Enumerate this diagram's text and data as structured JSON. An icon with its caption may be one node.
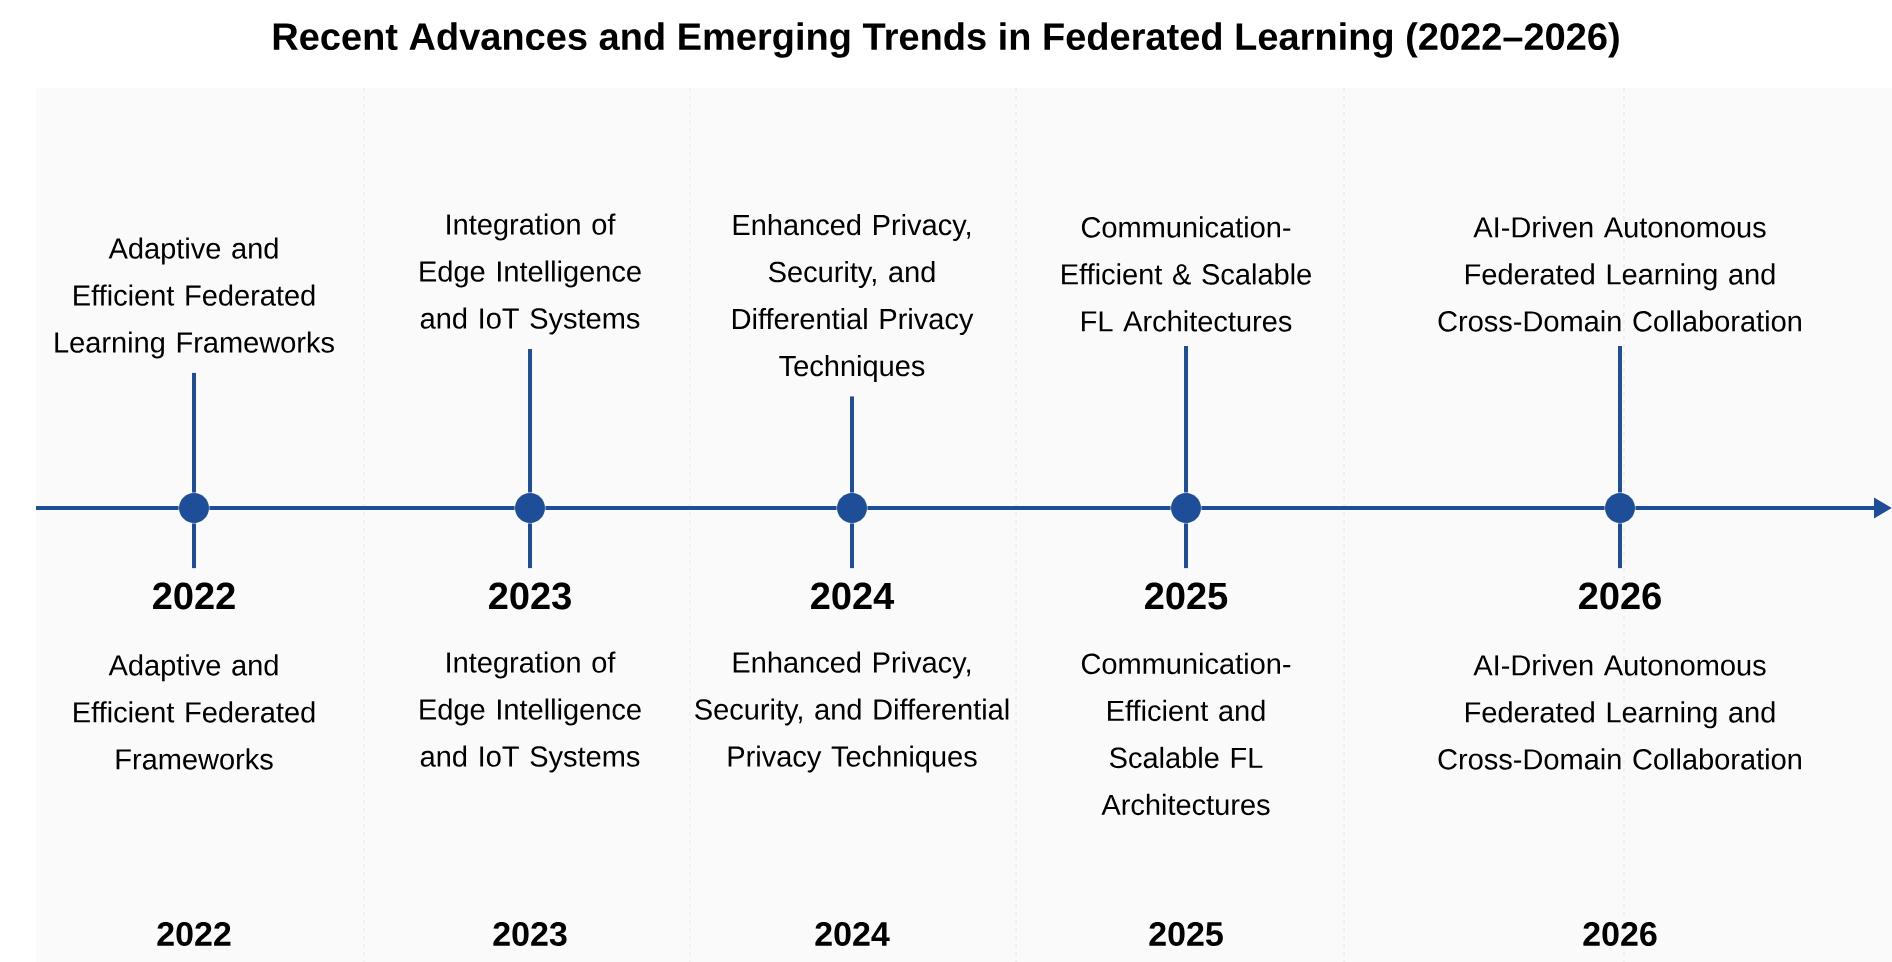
{
  "diagram": {
    "title": "Recent Advances and Emerging Trends in Federated Learning (2022–2026)",
    "nodes": [
      {
        "text": [
          "Adaptive and Efficient Federated Learning Frameworks"
        ]
      },
      {
        "text": [
          "Integration of Edge Intelligence and IoT Systems"
        ]
      },
      {
        "text": [
          "Enhanced Privacy, Security, and Differential Privacy Techniques"
        ]
      },
      {
        "text": [
          "Communication-Efficient & Scalable FL Architectures"
        ]
      },
      {
        "text": [
          "AI-Driven Autonomous Federated Learning and Cross-Domain Collaboration"
        ]
      },
      {
        "text": [],
        "shape": "circle"
      },
      {
        "text": [],
        "shape": "circle"
      },
      {
        "text": [],
        "shape": "circle"
      },
      {
        "text": [],
        "shape": "circle"
      },
      {
        "text": [],
        "shape": "circle"
      },
      {
        "text": [
          "2022"
        ]
      },
      {
        "text": [
          "2023"
        ]
      },
      {
        "text": [
          "2024"
        ]
      },
      {
        "text": [
          "2025"
        ]
      },
      {
        "text": [
          "2026"
        ]
      }
    ],
    "edges": [
      {
        "from": 0,
        "to": 5,
        "arrow": "none"
      },
      {
        "from": 1,
        "to": 6,
        "arrow": "none"
      },
      {
        "from": 2,
        "to": 7,
        "arrow": "none"
      },
      {
        "from": 3,
        "to": 8,
        "arrow": "none"
      },
      {
        "from": 4,
        "to": 9,
        "arrow": "none"
      },
      {
        "from": null,
        "to": 5,
        "arrow": "none"
      },
      {
        "from": 5,
        "to": 6,
        "arrow": "none"
      },
      {
        "from": 6,
        "to": 7,
        "arrow": "none"
      },
      {
        "from": 7,
        "to": 8,
        "arrow": "none"
      },
      {
        "from": 8,
        "to": 9,
        "arrow": "none"
      },
      {
        "from": 9,
        "to": null,
        "arrow": "to"
      },
      {
        "from": 5,
        "to": 10,
        "arrow": "none"
      },
      {
        "from": 6,
        "to": 11,
        "arrow": "none"
      },
      {
        "from": 7,
        "to": 12,
        "arrow": "none"
      },
      {
        "from": 8,
        "to": 13,
        "arrow": "none"
      },
      {
        "from": 9,
        "to": 14,
        "arrow": "none"
      }
    ],
    "labels": [
      "Adaptive and Efficient Federated Frameworks",
      "Integration of Edge Intelligence and IoT Systems",
      "Enhanced Privacy, Security, and Differential Privacy Techniques",
      "Communication-Efficient and Scalable FL Architectures",
      "AI-Driven Autonomous Federated Learning and Cross-Domain Collaboration",
      "2022",
      "2023",
      "2024",
      "2025",
      "2026"
    ]
  }
}
